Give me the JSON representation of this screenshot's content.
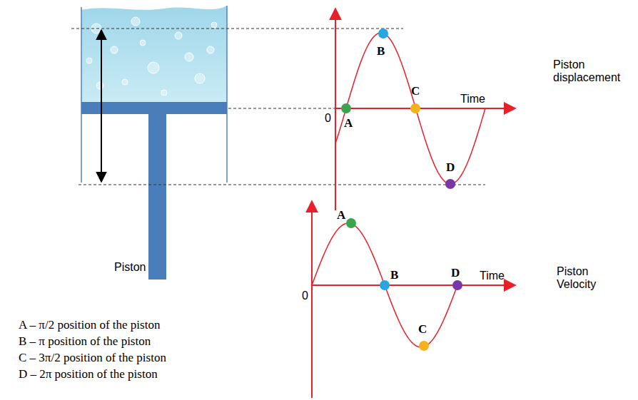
{
  "diagram": {
    "labels": [
      "Piston displacement",
      "Time",
      "0",
      "B",
      "A",
      "C",
      "D",
      "Piston Velocity",
      "Piston",
      "A",
      "0",
      "B",
      "D",
      "Time",
      "C",
      "A – π/2 position of the piston",
      "B – π position of the piston",
      "C – 3π/2 position of the piston",
      "D – 2π position of the piston"
    ]
  }
}
